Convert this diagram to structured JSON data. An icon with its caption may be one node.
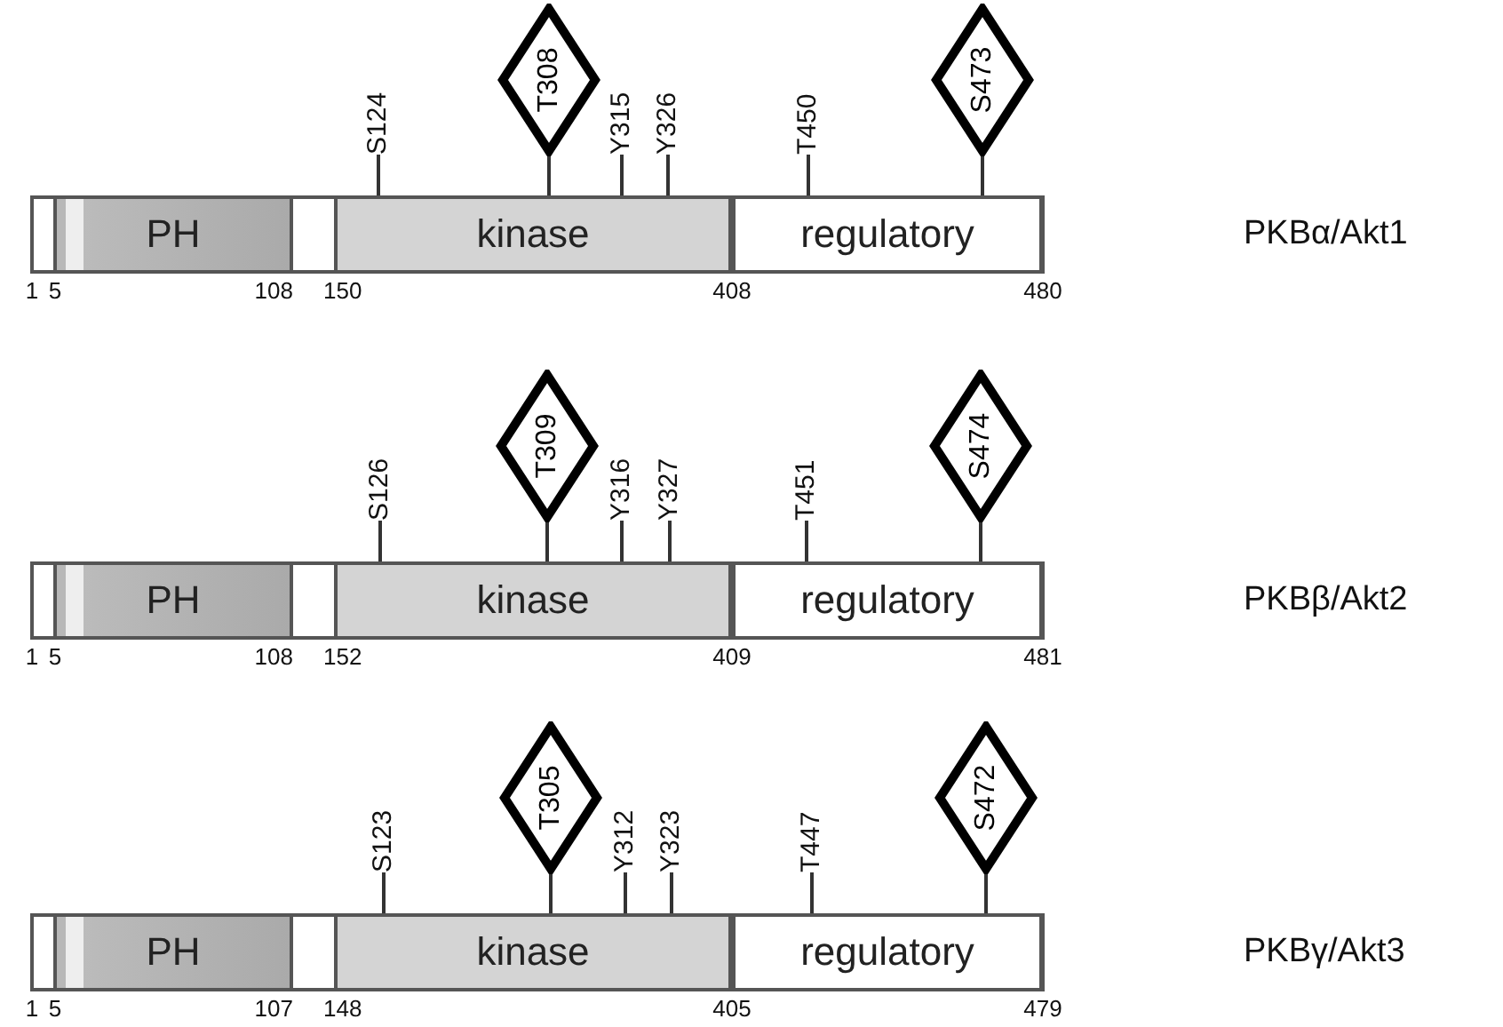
{
  "diagram": {
    "nodes": [
      {
        "text": [
          "S124"
        ]
      },
      {
        "text": [
          "T308"
        ]
      },
      {
        "text": [
          "Y315"
        ]
      },
      {
        "text": [
          "Y326"
        ]
      },
      {
        "text": [
          "T450"
        ]
      },
      {
        "text": [
          "S473"
        ]
      },
      {
        "text": [
          "PH"
        ]
      },
      {
        "text": [
          "kinase"
        ]
      },
      {
        "text": [
          "regulatory"
        ]
      },
      {
        "text": [
          "S126"
        ]
      },
      {
        "text": [
          "T309"
        ]
      },
      {
        "text": [
          "Y316"
        ]
      },
      {
        "text": [
          "Y327"
        ]
      },
      {
        "text": [
          "T451"
        ]
      },
      {
        "text": [
          "S474"
        ]
      },
      {
        "text": [
          "PH"
        ]
      },
      {
        "text": [
          "kinase"
        ]
      },
      {
        "text": [
          "regulatory"
        ]
      },
      {
        "text": [
          "S123"
        ]
      },
      {
        "text": [
          "T305"
        ]
      },
      {
        "text": [
          "Y312"
        ]
      },
      {
        "text": [
          "Y323"
        ]
      },
      {
        "text": [
          "T447"
        ]
      },
      {
        "text": [
          "S472"
        ]
      },
      {
        "text": [
          "PH"
        ]
      },
      {
        "text": [
          "kinase"
        ]
      },
      {
        "text": [
          "regulatory"
        ]
      }
    ],
    "edges": [
      {
        "from": 0,
        "to": 7,
        "arrow": "none"
      },
      {
        "from": 1,
        "to": 7,
        "arrow": "none"
      },
      {
        "from": 2,
        "to": 7,
        "arrow": "none"
      },
      {
        "from": 3,
        "to": 7,
        "arrow": "none"
      },
      {
        "from": 4,
        "to": 8,
        "arrow": "none"
      },
      {
        "from": 5,
        "to": 8,
        "arrow": "none"
      },
      {
        "from": 9,
        "to": 16,
        "arrow": "none"
      },
      {
        "from": 10,
        "to": 16,
        "arrow": "none"
      },
      {
        "from": 11,
        "to": 16,
        "arrow": "none"
      },
      {
        "from": 12,
        "to": 16,
        "arrow": "none"
      },
      {
        "from": 13,
        "to": 17,
        "arrow": "none"
      },
      {
        "from": 14,
        "to": 17,
        "arrow": "none"
      },
      {
        "from": 18,
        "to": 25,
        "arrow": "none"
      },
      {
        "from": 19,
        "to": 25,
        "arrow": "none"
      },
      {
        "from": 20,
        "to": 25,
        "arrow": "none"
      },
      {
        "from": 21,
        "to": 25,
        "arrow": "none"
      },
      {
        "from": 22,
        "to": 26,
        "arrow": "none"
      },
      {
        "from": 23,
        "to": 26,
        "arrow": "none"
      }
    ],
    "labels": [
      "1",
      "5",
      "108",
      "150",
      "408",
      "480",
      "PKBα/Akt1",
      "1",
      "5",
      "108",
      "152",
      "409",
      "481",
      "PKBβ/Akt2",
      "1",
      "5",
      "107",
      "148",
      "405",
      "479",
      "PKBγ/Akt3"
    ]
  }
}
